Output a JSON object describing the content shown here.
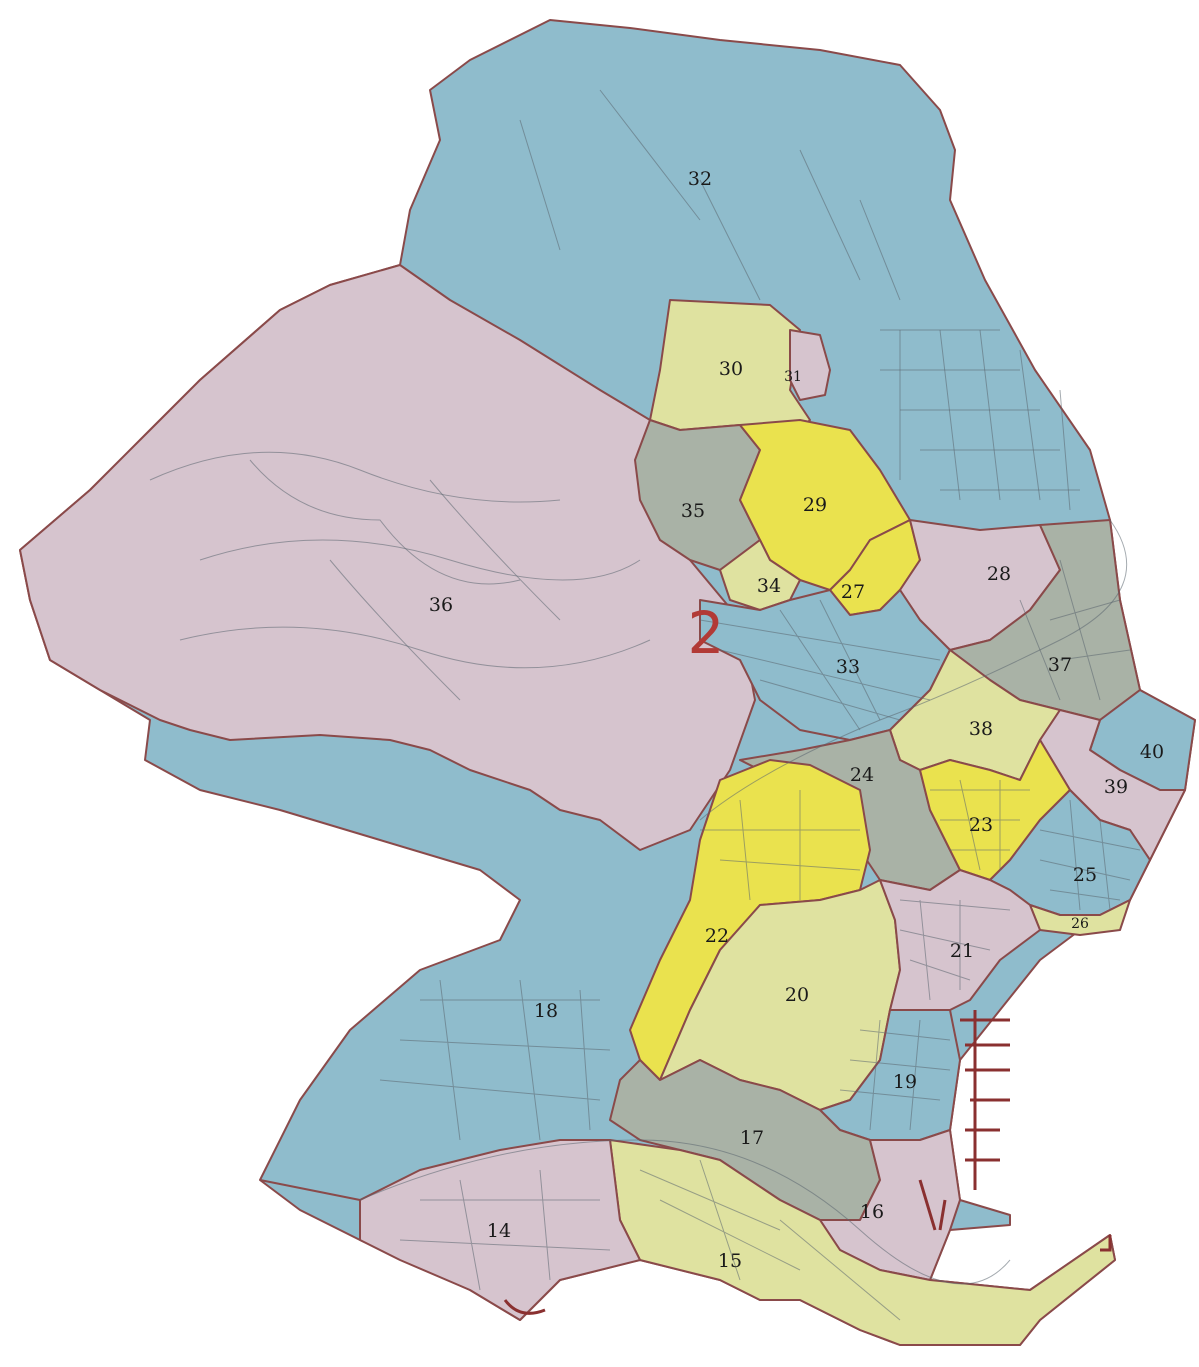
{
  "map": {
    "district_label": "2",
    "colors": {
      "blue": "#8fbccc",
      "pink": "#d6c4ce",
      "yellow": "#eae24e",
      "pale_yellow": "#dfe2a0",
      "gray": "#a9b2a6",
      "border": "#8a4a4a",
      "district_label": "#b23a36"
    },
    "zones": [
      {
        "id": "14",
        "label": "14",
        "color": "pink"
      },
      {
        "id": "15",
        "label": "15",
        "color": "pale_yellow"
      },
      {
        "id": "16",
        "label": "16",
        "color": "pink"
      },
      {
        "id": "17",
        "label": "17",
        "color": "gray"
      },
      {
        "id": "18",
        "label": "18",
        "color": "blue"
      },
      {
        "id": "19",
        "label": "19",
        "color": "blue"
      },
      {
        "id": "20",
        "label": "20",
        "color": "pale_yellow"
      },
      {
        "id": "21",
        "label": "21",
        "color": "pink"
      },
      {
        "id": "22",
        "label": "22",
        "color": "yellow"
      },
      {
        "id": "23",
        "label": "23",
        "color": "yellow"
      },
      {
        "id": "24",
        "label": "24",
        "color": "gray"
      },
      {
        "id": "25",
        "label": "25",
        "color": "blue"
      },
      {
        "id": "26",
        "label": "26",
        "color": "pale_yellow"
      },
      {
        "id": "27",
        "label": "27",
        "color": "yellow"
      },
      {
        "id": "28",
        "label": "28",
        "color": "pink"
      },
      {
        "id": "29",
        "label": "29",
        "color": "yellow"
      },
      {
        "id": "30",
        "label": "30",
        "color": "pale_yellow"
      },
      {
        "id": "31",
        "label": "31",
        "color": "pink"
      },
      {
        "id": "32",
        "label": "32",
        "color": "blue"
      },
      {
        "id": "33",
        "label": "33",
        "color": "blue"
      },
      {
        "id": "34",
        "label": "34",
        "color": "pale_yellow"
      },
      {
        "id": "35",
        "label": "35",
        "color": "gray"
      },
      {
        "id": "36",
        "label": "36",
        "color": "pink"
      },
      {
        "id": "37",
        "label": "37",
        "color": "gray"
      },
      {
        "id": "38",
        "label": "38",
        "color": "pale_yellow"
      },
      {
        "id": "39",
        "label": "39",
        "color": "pink"
      },
      {
        "id": "40",
        "label": "40",
        "color": "blue"
      }
    ]
  }
}
